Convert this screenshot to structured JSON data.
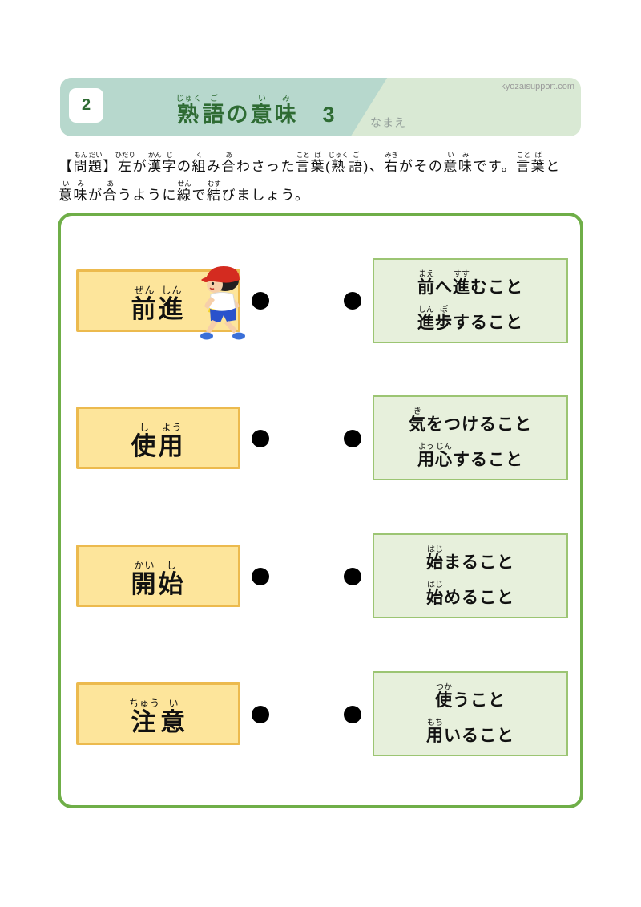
{
  "colors": {
    "header_teal": "#b7d8cd",
    "header_green": "#d9e9d4",
    "title_green": "#2e6b33",
    "outer_border": "#6fae48",
    "word_box_fill": "#fde59b",
    "word_box_border": "#ecba4e",
    "meaning_box_fill": "#e7f0dc",
    "meaning_box_border": "#9cc573",
    "dot_color": "#000000"
  },
  "header": {
    "number": "2",
    "title_text": "熟語の意味　3",
    "title_segments": [
      {
        "base": "熟",
        "ruby": "じゅく"
      },
      {
        "base": "語",
        "ruby": "ご"
      },
      {
        "base": "の"
      },
      {
        "base": "意",
        "ruby": "い"
      },
      {
        "base": "味",
        "ruby": "み"
      },
      {
        "base": "　3"
      }
    ],
    "site": "kyozaisupport.com",
    "name_label": "なまえ"
  },
  "problem": {
    "line1_text": "【問題】左が漢字の組み合わさった言葉(熟語)、右がその意味です。言葉と",
    "line2_text": "意味が合うように線で結びましょう。",
    "line1": [
      {
        "base": "【"
      },
      {
        "base": "問",
        "ruby": "もん"
      },
      {
        "base": "題",
        "ruby": "だい"
      },
      {
        "base": "】"
      },
      {
        "base": "左",
        "ruby": "ひだり"
      },
      {
        "base": "が"
      },
      {
        "base": "漢",
        "ruby": "かん"
      },
      {
        "base": "字",
        "ruby": "じ"
      },
      {
        "base": "の"
      },
      {
        "base": "組",
        "ruby": "く"
      },
      {
        "base": "み"
      },
      {
        "base": "合",
        "ruby": "あ"
      },
      {
        "base": "わさった"
      },
      {
        "base": "言",
        "ruby": "こと"
      },
      {
        "base": "葉",
        "ruby": "ば"
      },
      {
        "base": "("
      },
      {
        "base": "熟",
        "ruby": "じゅく"
      },
      {
        "base": "語",
        "ruby": "ご"
      },
      {
        "base": ")、"
      },
      {
        "base": "右",
        "ruby": "みぎ"
      },
      {
        "base": "がその"
      },
      {
        "base": "意",
        "ruby": "い"
      },
      {
        "base": "味",
        "ruby": "み"
      },
      {
        "base": "です。"
      },
      {
        "base": "言",
        "ruby": "こと"
      },
      {
        "base": "葉",
        "ruby": "ば"
      },
      {
        "base": "と"
      }
    ],
    "line2": [
      {
        "base": "意",
        "ruby": "い"
      },
      {
        "base": "味",
        "ruby": "み"
      },
      {
        "base": "が"
      },
      {
        "base": "合",
        "ruby": "あ"
      },
      {
        "base": "うように"
      },
      {
        "base": "線",
        "ruby": "せん"
      },
      {
        "base": "で"
      },
      {
        "base": "結",
        "ruby": "むす"
      },
      {
        "base": "びましょう。"
      }
    ]
  },
  "rows": [
    {
      "word_text": "前進",
      "word": [
        {
          "base": "前",
          "ruby": "ぜん"
        },
        {
          "base": "進",
          "ruby": "しん"
        }
      ],
      "meaning_texts": [
        "前へ進むこと",
        "進歩すること"
      ],
      "meanings": [
        [
          {
            "base": "前",
            "ruby": "まえ"
          },
          {
            "base": "へ"
          },
          {
            "base": "進",
            "ruby": "すす"
          },
          {
            "base": "むこと"
          }
        ],
        [
          {
            "base": "進",
            "ruby": "しん"
          },
          {
            "base": "歩",
            "ruby": "ぽ"
          },
          {
            "base": "すること"
          }
        ]
      ]
    },
    {
      "word_text": "使用",
      "word": [
        {
          "base": "使",
          "ruby": "し"
        },
        {
          "base": "用",
          "ruby": "よう"
        }
      ],
      "meaning_texts": [
        "気をつけること",
        "用心すること"
      ],
      "meanings": [
        [
          {
            "base": "気",
            "ruby": "き"
          },
          {
            "base": "をつけること"
          }
        ],
        [
          {
            "base": "用",
            "ruby": "よう"
          },
          {
            "base": "心",
            "ruby": "じん"
          },
          {
            "base": "すること"
          }
        ]
      ]
    },
    {
      "word_text": "開始",
      "word": [
        {
          "base": "開",
          "ruby": "かい"
        },
        {
          "base": "始",
          "ruby": "し"
        }
      ],
      "meaning_texts": [
        "始まること",
        "始めること"
      ],
      "meanings": [
        [
          {
            "base": "始",
            "ruby": "はじ"
          },
          {
            "base": "まること"
          }
        ],
        [
          {
            "base": "始",
            "ruby": "はじ"
          },
          {
            "base": "めること"
          }
        ]
      ]
    },
    {
      "word_text": "注意",
      "word": [
        {
          "base": "注",
          "ruby": "ちゅう"
        },
        {
          "base": "意",
          "ruby": "い"
        }
      ],
      "meaning_texts": [
        "使うこと",
        "用いること"
      ],
      "meanings": [
        [
          {
            "base": "使",
            "ruby": "つか"
          },
          {
            "base": "うこと"
          }
        ],
        [
          {
            "base": "用",
            "ruby": "もち"
          },
          {
            "base": "いること"
          }
        ]
      ]
    }
  ]
}
